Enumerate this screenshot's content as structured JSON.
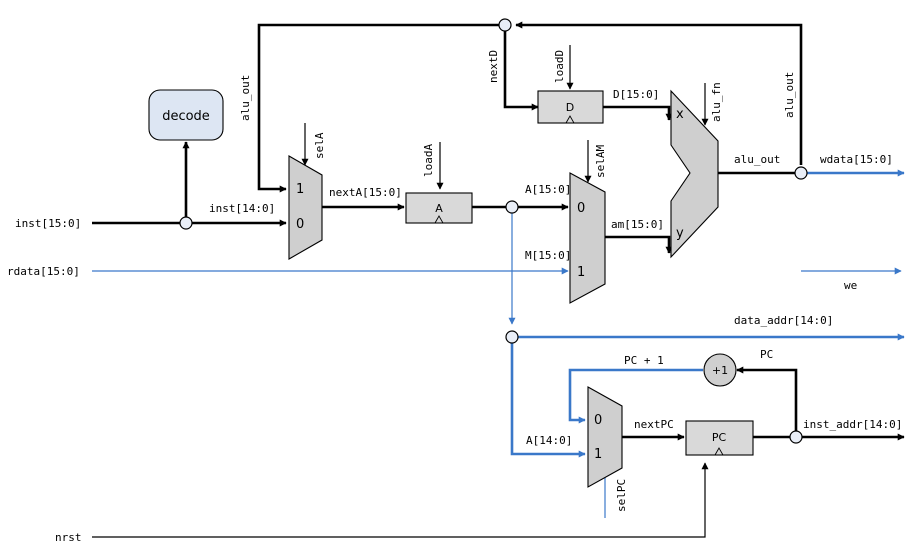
{
  "blocks": {
    "decode": "decode",
    "reg_a": "A",
    "reg_d": "D",
    "reg_pc": "PC",
    "incrementer": "+1"
  },
  "mux_a": {
    "in1": "1",
    "in0": "0",
    "select": "selA"
  },
  "mux_am": {
    "in0": "0",
    "in1": "1",
    "select": "selAM"
  },
  "mux_pc": {
    "in0": "0",
    "in1": "1",
    "select": "selPC"
  },
  "alu": {
    "x": "x",
    "y": "y",
    "fn": "alu_fn"
  },
  "io": {
    "inst": "inst[15:0]",
    "rdata": "rdata[15:0]",
    "nrst": "nrst",
    "wdata": "wdata[15:0]",
    "we": "we",
    "data_addr": "data_addr[14:0]",
    "inst_addr": "inst_addr[14:0]"
  },
  "signals": {
    "alu_out_left": "alu_out",
    "alu_out_right": "alu_out",
    "alu_out_mid": "alu_out",
    "next_d": "nextD",
    "load_d": "loadD",
    "load_a": "loadA",
    "d_bus": "D[15:0]",
    "inst_low": "inst[14:0]",
    "next_a": "nextA[15:0]",
    "a_bus": "A[15:0]",
    "am_bus": "am[15:0]",
    "m_bus": "M[15:0]",
    "pc_plus_1": "PC + 1",
    "pc": "PC",
    "next_pc": "nextPC",
    "a_low": "A[14:0]"
  },
  "colors": {
    "black_wire": "#000000",
    "blue_wire": "#3a78c9",
    "register_fill": "#d9d9d9",
    "decode_fill": "#dde6f3"
  }
}
